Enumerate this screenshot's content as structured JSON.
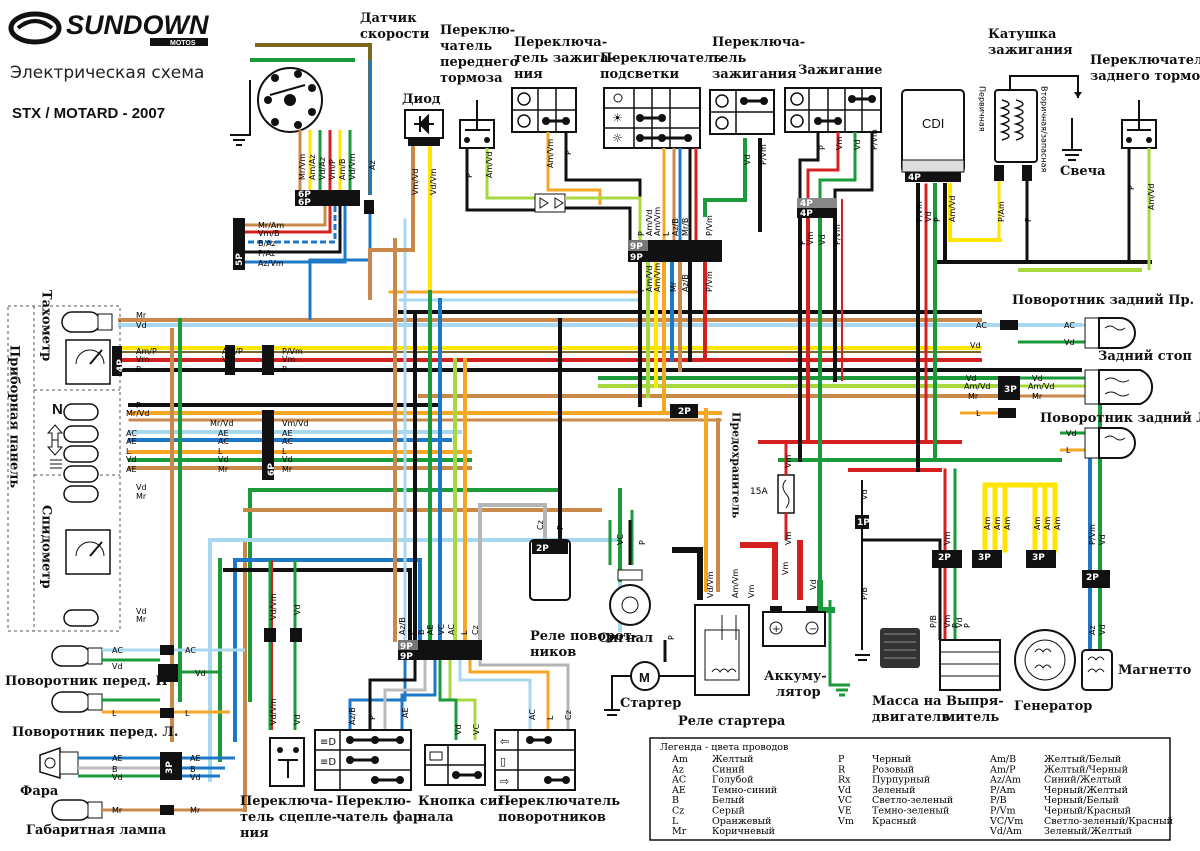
{
  "header": {
    "brand": "SUNDOWN",
    "brand_sub": "MOTOS",
    "subtitle": "Электрическая схема",
    "model": "STX / MOTARD - 2007"
  },
  "labels": {
    "speed_sensor": [
      "Датчик",
      "скорости"
    ],
    "diode": "Диод",
    "front_brake": [
      "Переклю-",
      "чатель",
      "переднего",
      "тормоза"
    ],
    "ignition_sw1": [
      "Переключа-",
      "тель зажига-",
      "ния"
    ],
    "light_sw": [
      "Переключатель",
      "подсветки"
    ],
    "ignition_sw2": [
      "Переключа-",
      "тель",
      "зажигания"
    ],
    "ignition": "Зажигание",
    "cdi": "CDI",
    "coil": [
      "Катушка",
      "зажигания"
    ],
    "coil_primary": "Первичная",
    "coil_secondary": "Вторичная/запасная",
    "spark_plug": "Свеча",
    "rear_brake": [
      "Переключатель",
      "заднего тормоза"
    ],
    "rear_turn_right": "Поворотник задний Пр.",
    "rear_stop": "Задний стоп",
    "rear_turn_left": "Поворотник задний Лев.",
    "tachometer": "Тахометр",
    "dashboard": "Приборная панель",
    "speedometer": "Спидометр",
    "fuse": "Предохранитель",
    "fuse_rating": "15A",
    "horn": "Сигнал",
    "turn_relay": [
      "Реле поворот-",
      "ников"
    ],
    "starter": "Стартер",
    "starter_relay": "Реле стартера",
    "battery": [
      "Аккуму-",
      "лятор"
    ],
    "engine_ground": [
      "Масса на",
      "двигатель"
    ],
    "rectifier": [
      "Выпря-",
      "митель"
    ],
    "generator": "Генератор",
    "magneto": "Магнетто",
    "front_turn_right": "Поворотник перед. П",
    "front_turn_left": "Поворотник перед. Л.",
    "headlight": "Фара",
    "parking_lamp": "Габаритная лампа",
    "clutch_sw": [
      "Переключа-",
      "тель сцепле-",
      "ния"
    ],
    "headlight_sw": [
      "Переклю-",
      "чатель фар"
    ],
    "horn_btn": [
      "Кнопка сиг-",
      "нала"
    ],
    "turn_sw": [
      "Переключатель",
      "поворотников"
    ],
    "meter_glyph": "N"
  },
  "connectors": {
    "c6p": "6P",
    "c5p": "5P",
    "c9p": "9P",
    "c4p": "4P",
    "c3p": "3P",
    "c2p": "2P",
    "c1p": "1P"
  },
  "wire_labels": {
    "speed_sensor": [
      "Mr/Vm",
      "Am/Az",
      "Vd/Az",
      "Vm/P",
      "Am/B",
      "Vd/Vm",
      "Az"
    ],
    "speed_5p": [
      "Mr/Am",
      "Vm/B",
      "B/Az",
      "P/Az",
      "Az/Vm"
    ],
    "diode": [
      "Vm/Vd",
      "Vd/Vm"
    ],
    "front_brake": [
      "P",
      "Am/Vd"
    ],
    "ign1": [
      "Am/Vm",
      "P"
    ],
    "light_9p_top": [
      "P",
      "Am/Vd",
      "Am/Vm",
      "L",
      "Az/B",
      "Mr/B",
      "P/Vm"
    ],
    "light_9p_bot": [
      "P",
      "Am/Vd",
      "Am/Vm",
      "Mr",
      "Az/B",
      "P/Vm"
    ],
    "ign2": [
      "Vd",
      "P/Vm"
    ],
    "ign_main": [
      "P",
      "Vm",
      "Vd",
      "P/Vm"
    ],
    "ign_4p": [
      "P",
      "Vm",
      "Vd",
      "P/Vm"
    ],
    "cdi": [
      "P/Vm",
      "Vd",
      "P",
      "Am/Vd"
    ],
    "coil": [
      "P/Am",
      "P"
    ],
    "rear_brake": [
      "P",
      "Am/Vd"
    ],
    "rear_right": [
      "AC",
      "AC",
      "Vd",
      "Vd"
    ],
    "rear_stop": [
      "Vd",
      "Am/Vd",
      "Mr",
      "Vd",
      "Am/Vd",
      "Mr"
    ],
    "rear_left": [
      "L",
      "Vd",
      "L"
    ],
    "tacho": [
      "Mr",
      "Vd",
      "Am/P",
      "Vm",
      "P",
      "Am/P",
      "Vm",
      "P",
      "P/Vm",
      "Vm",
      "P"
    ],
    "dash": [
      "P",
      "Mr/Vd",
      "AC",
      "AE",
      "L",
      "Vd",
      "AE",
      "Mr/Vd",
      "AE",
      "AC",
      "L",
      "Vd",
      "Mr",
      "Vm/Vd",
      "AE",
      "AC",
      "L",
      "Vd",
      "Mr"
    ],
    "speedo": [
      "Vd",
      "Mr",
      "Vd",
      "Mr"
    ],
    "fuse": [
      "Vm",
      "Vm"
    ],
    "turn_relay": [
      "Cz",
      "P"
    ],
    "horn": [
      "VC",
      "P"
    ],
    "starter_relay": [
      "P",
      "Vd/Vm",
      "Am/Vm",
      "Vm"
    ],
    "battery": [
      "Vm",
      "Vd"
    ],
    "engine": [
      "Vd",
      "P/B"
    ],
    "rectifier": [
      "Vm",
      "Vd",
      "P",
      "Vm",
      "P",
      "P/B",
      "Am",
      "Am",
      "Am",
      "Am",
      "Am",
      "Am"
    ],
    "magneto": [
      "P/Vm",
      "Vd",
      "Az",
      "Vd"
    ],
    "front": [
      "AC",
      "Vd",
      "L",
      "AC",
      "Vd",
      "L",
      "AE",
      "B",
      "Vd",
      "AE",
      "B",
      "Vd",
      "Mr",
      "Mr"
    ],
    "clutch": [
      "Vd/Vm",
      "Vd",
      "Vd/Vm",
      "Vd"
    ],
    "hl_9p": [
      "Az/B",
      "P",
      "B",
      "AE",
      "VC",
      "AC",
      "L",
      "Cz"
    ],
    "hl_sw": [
      "Az/B",
      "P",
      "AE"
    ],
    "horn_btn": [
      "Vd",
      "VC"
    ],
    "turn_sw": [
      "AC",
      "L",
      "Cz"
    ]
  },
  "legend": {
    "title": "Легенда - цвета проводов",
    "entries": [
      {
        "code": "Am",
        "name": "Желтый"
      },
      {
        "code": "Az",
        "name": "Синий"
      },
      {
        "code": "AC",
        "name": "Голубой"
      },
      {
        "code": "AE",
        "name": "Темно-синий"
      },
      {
        "code": "B",
        "name": "Белый"
      },
      {
        "code": "Cz",
        "name": "Серый"
      },
      {
        "code": "L",
        "name": "Оранжевый"
      },
      {
        "code": "Mr",
        "name": "Коричневый"
      },
      {
        "code": "P",
        "name": "Черный"
      },
      {
        "code": "R",
        "name": "Розовый"
      },
      {
        "code": "Rx",
        "name": "Пурпурный"
      },
      {
        "code": "Vd",
        "name": "Зеленый"
      },
      {
        "code": "VC",
        "name": "Светло-зеленый"
      },
      {
        "code": "VE",
        "name": "Темно-зеленый"
      },
      {
        "code": "Vm",
        "name": "Красный"
      },
      {
        "code": "Am/B",
        "name": "Желтый/Белый"
      },
      {
        "code": "Am/P",
        "name": "Желтый/Черный"
      },
      {
        "code": "Az/Am",
        "name": "Синий/Желтый"
      },
      {
        "code": "P/Am",
        "name": "Черный/Желтый"
      },
      {
        "code": "P/B",
        "name": "Черный/Белый"
      },
      {
        "code": "P/Vm",
        "name": "Черный/Красный"
      },
      {
        "code": "VC/Vm",
        "name": "Светло-зеленый/Красный"
      },
      {
        "code": "Vd/Am",
        "name": "Зеленый/Желтый"
      }
    ]
  },
  "colors": {
    "black": "#111111",
    "red": "#d42020",
    "green": "#1a9a3a",
    "yellow": "#ffe500",
    "brown": "#c8894a",
    "blue": "#1e78c8",
    "lightblue": "#a8d8f0",
    "orange": "#f5a623",
    "grey": "#b5b5b5",
    "lightgreen": "#a8d840",
    "olive": "#7a6a20"
  }
}
